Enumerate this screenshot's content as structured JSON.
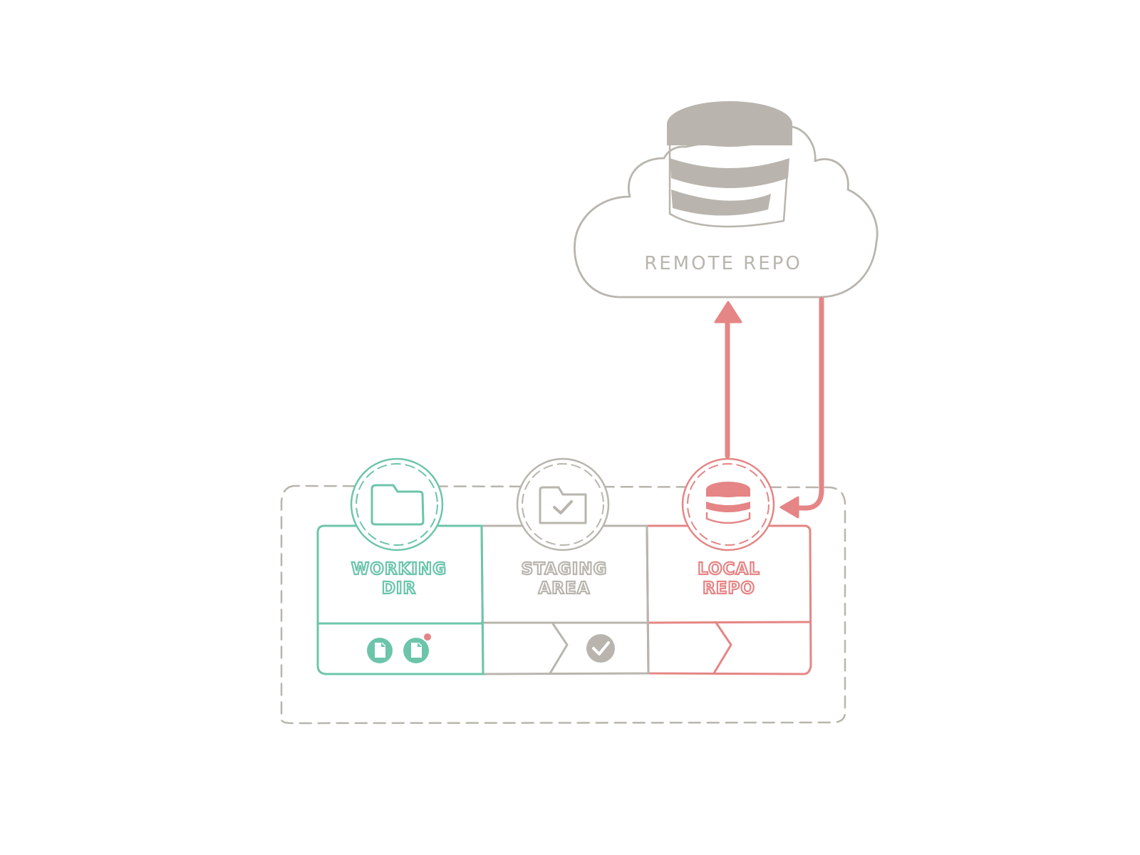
{
  "colors": {
    "green": "#6cc5aa",
    "gray": "#b9b5ae",
    "red": "#e58585",
    "background": "#ffffff"
  },
  "remote": {
    "label": "REMOTE REPO",
    "icon": "database-icon"
  },
  "stages": [
    {
      "line1": "WORKING",
      "line2": "DIR",
      "icon": "folder-icon"
    },
    {
      "line1": "STAGING",
      "line2": "AREA",
      "icon": "folder-check-icon"
    },
    {
      "line1": "LOCAL",
      "line2": "REPO",
      "icon": "database-icon"
    }
  ],
  "icons": {
    "file": "file-icon",
    "file_modified": "file-modified-icon",
    "check": "check-circle-icon",
    "chevron": "chevron-right-icon",
    "arrow_up": "arrow-up-icon",
    "arrow_down": "arrow-down-icon"
  }
}
